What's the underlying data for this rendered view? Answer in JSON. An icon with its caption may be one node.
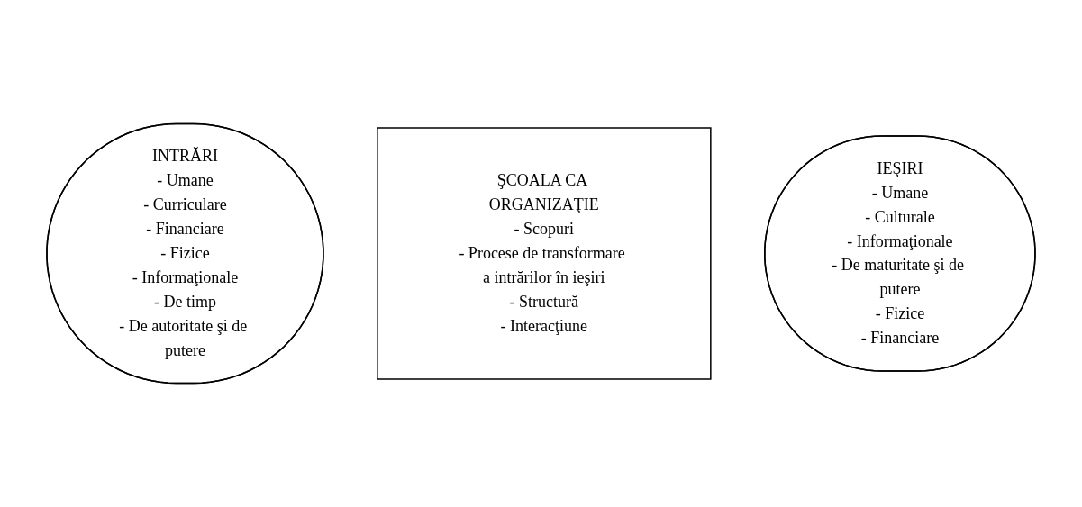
{
  "diagram": {
    "nodes": [
      {
        "text": [
          "INTRĂRI",
          "- Umane",
          "- Curriculare",
          "- Financiare",
          "- Fizice",
          "- Informaţionale",
          "- De timp",
          "- De autoritate şi de putere"
        ]
      },
      {
        "text": [
          "ŞCOALA CA ORGANIZAŢIE",
          "- Scopuri",
          "- Procese de transformare a intrărilor în ieşiri",
          "- Structură",
          "- Interacţiune"
        ]
      },
      {
        "text": [
          "IEŞIRI",
          "- Umane",
          "- Culturale",
          "- Informaţionale",
          "- De maturitate şi de putere",
          "- Fizice",
          "- Financiare"
        ]
      }
    ],
    "edges": []
  }
}
